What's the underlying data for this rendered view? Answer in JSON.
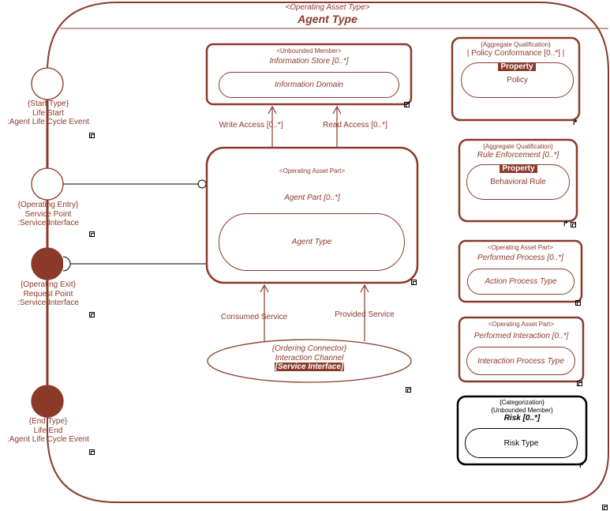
{
  "header": {
    "stereotype": "<Operating Asset Type>",
    "title": "Agent Type"
  },
  "lifeline_left": {
    "start": {
      "l1": "{Start Type}",
      "l2": "Life Start",
      "l3": ":Agent Life Cycle Event"
    },
    "entry": {
      "l1": "{Operating Entry}",
      "l2": "Service Point",
      "l3": ":Service Interface"
    },
    "exit": {
      "l1": "{Operating Exit}",
      "l2": "Request Point",
      "l3": ":Service Interface"
    },
    "end": {
      "l1": "{End Type}",
      "l2": "Life End",
      "l3": ":Agent Life Cycle Event"
    }
  },
  "info_store": {
    "stereotype": "<Unbounded Member>",
    "title": "Information Store [0..*]",
    "inner": "Information Domain"
  },
  "access": {
    "write": "Write Access [0..*]",
    "read": "Read Access [0..*]"
  },
  "agent_part": {
    "stereotype": "<Operating Asset Part>",
    "title": "Agent Part [0..*]",
    "inner": "Agent Type"
  },
  "services": {
    "consumed": "Consumed Service",
    "provided": "Provided Service"
  },
  "connector": {
    "l1": "{Ordering Connector}",
    "l2": "Interaction Channel",
    "l3": "[Service Interface]"
  },
  "policy": {
    "stereotype": "{Aggregate Qualification}",
    "title": "| Policy Conformance [0..*] |",
    "prop": "Property",
    "inner": "Policy"
  },
  "rule": {
    "stereotype": "{Aggregate Qualification}",
    "title": "Rule Enforcement [0..*]",
    "prop": "Property",
    "inner": "Behavioral Rule"
  },
  "process": {
    "stereotype": "<Operating Asset Part>",
    "title": "Performed Process [0..*]",
    "inner": "Action Process Type"
  },
  "interaction": {
    "stereotype": "<Operating Asset Part>",
    "title": "Performed Interaction [0..*]",
    "inner": "Interaction Process Type"
  },
  "risk": {
    "stereotype1": "{Categorization}",
    "stereotype2": "{Unbounded Member}",
    "title": "Risk [0..*]",
    "inner": "Risk Type"
  },
  "colors": {
    "primary": "#8b3a2a",
    "black": "#000000"
  }
}
